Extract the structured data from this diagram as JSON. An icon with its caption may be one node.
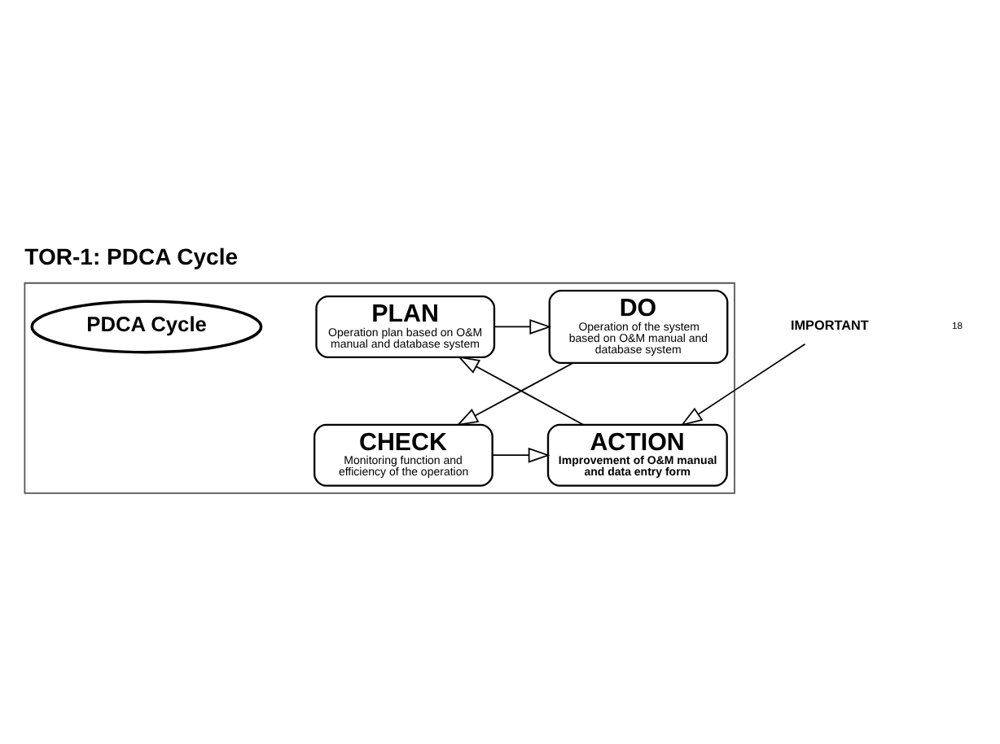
{
  "diagram": {
    "title": "TOR-1: PDCA Cycle",
    "nodes": [
      {
        "text": [],
        "shape": "box"
      },
      {
        "text": [
          "PLAN",
          "Operation plan based on O&M manual and database system"
        ],
        "in": 0
      },
      {
        "text": [
          "DO",
          "Operation of the system based on O&M manual and database system"
        ],
        "in": 0
      },
      {
        "text": [
          "CHECK",
          "Monitoring function and efficiency of the operation"
        ],
        "in": 0
      },
      {
        "text": [
          "ACTION",
          "Improvement of O&M manual and data entry form"
        ],
        "in": 0
      },
      {
        "text": [
          "PDCA Cycle"
        ],
        "in": 0
      },
      {
        "text": [
          "IMPORTANT"
        ]
      }
    ],
    "edges": [
      {
        "from": 1,
        "to": 2,
        "arrow": "to"
      },
      {
        "from": 2,
        "to": 3,
        "arrow": "to"
      },
      {
        "from": 3,
        "to": 4,
        "arrow": "to"
      },
      {
        "from": 4,
        "to": 1,
        "arrow": "to"
      },
      {
        "from": 6,
        "to": 4,
        "arrow": "to"
      }
    ],
    "labels": [
      "18"
    ]
  }
}
